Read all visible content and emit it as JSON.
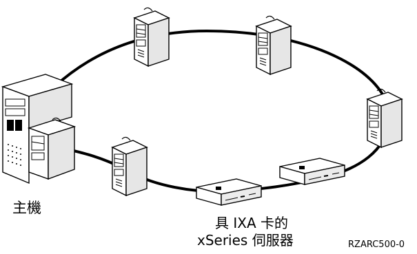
{
  "labels": {
    "host": "主機",
    "xseries_line1": "具 IXA 卡的",
    "xseries_line2": "xSeries 伺服器",
    "figure_id": "RZARC500-0"
  },
  "icons": {
    "host_system": "mainframe-server-icon",
    "tower_server": "tower-server-icon",
    "ixa_server": "rack-server-icon"
  },
  "colors": {
    "line": "#000000",
    "fill": "#ffffff",
    "shade": "#dddddd"
  }
}
